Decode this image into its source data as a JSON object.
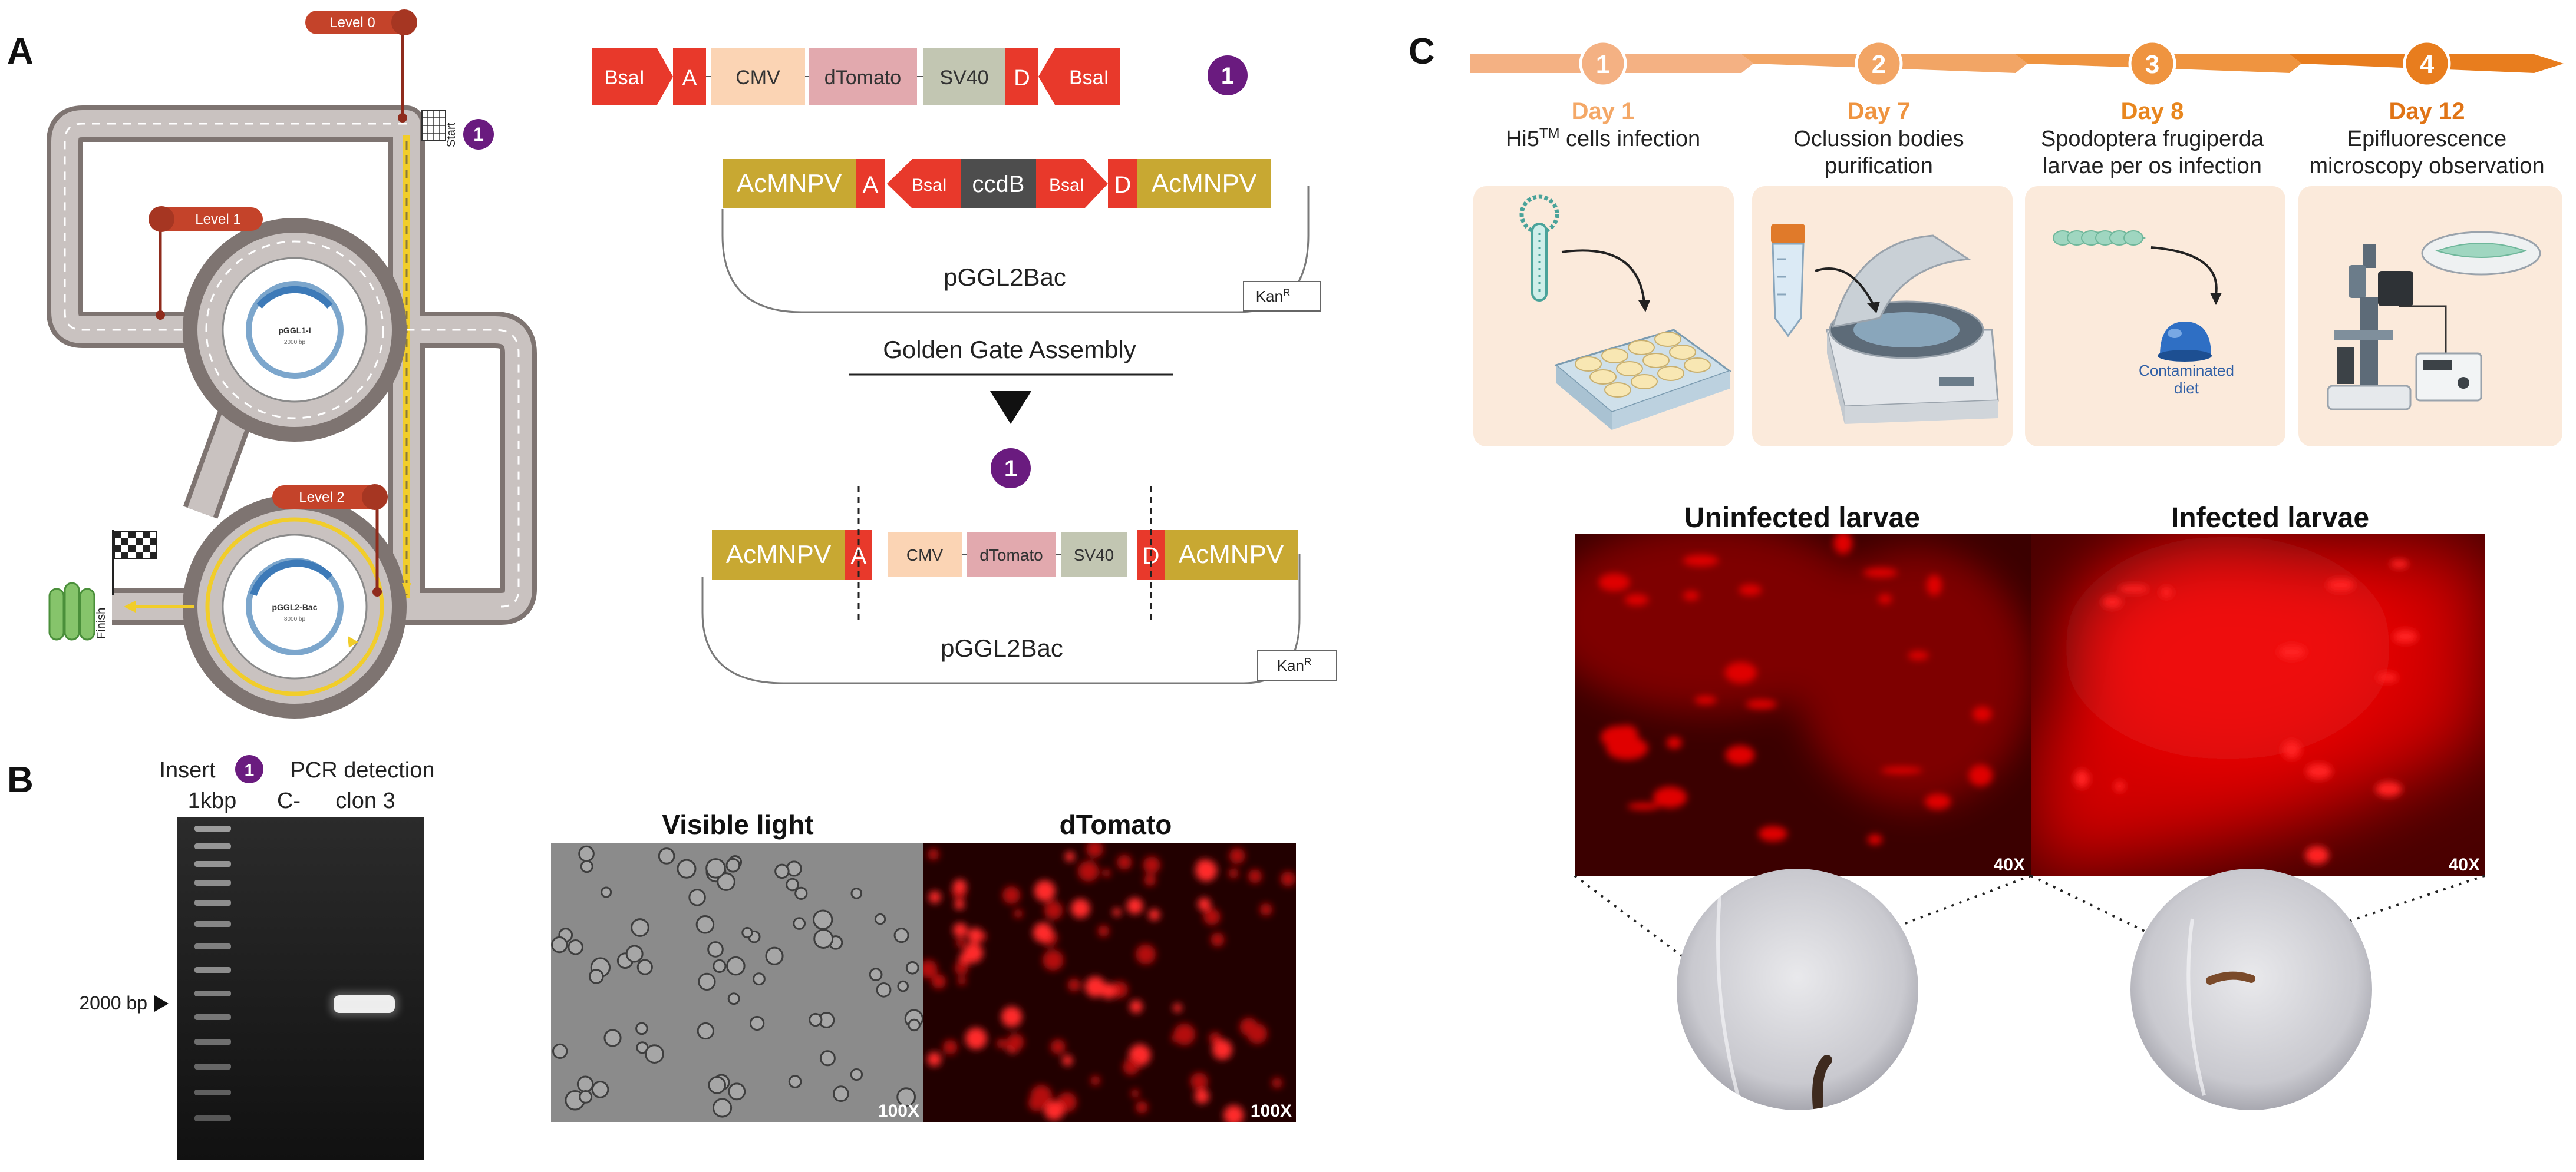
{
  "panels": {
    "a": "A",
    "b": "B",
    "c": "C"
  },
  "colors": {
    "red": "#e8392b",
    "purple": "#6a1b7f",
    "olive": "#c8a832",
    "orange_light": "#f4b183",
    "orange_dark": "#e87d1e",
    "level_pill": "#c4432a"
  },
  "panel_a": {
    "track": {
      "level0": "Level 0",
      "level1": "Level 1",
      "level2": "Level 2",
      "start": "Start",
      "finish": "Finish",
      "badge": "1",
      "plasmid_top": "pGGL1-I",
      "plasmid_top_size": "2000 bp",
      "plasmid_bottom": "pGGL2-Bac",
      "plasmid_bottom_size": "8000 bp"
    },
    "insert": {
      "bsai_left": "BsaI",
      "a": "A",
      "cmv": "CMV",
      "dtomato": "dTomato",
      "sv40": "SV40",
      "d": "D",
      "bsai_right": "BsaI",
      "badge": "1"
    },
    "vector": {
      "acmnpv_left": "AcMNPV",
      "a": "A",
      "bsai_left": "BsaI",
      "ccdb": "ccdB",
      "bsai_right": "BsaI",
      "d": "D",
      "acmnpv_right": "AcMNPV",
      "name": "pGGL2Bac",
      "kan": "Kan",
      "kan_sup": "R"
    },
    "assembly": {
      "label": "Golden Gate Assembly",
      "badge": "1"
    },
    "product": {
      "acmnpv_left": "AcMNPV",
      "a": "A",
      "cmv": "CMV",
      "dtomato": "dTomato",
      "sv40": "SV40",
      "d": "D",
      "acmnpv_right": "AcMNPV",
      "name": "pGGL2Bac",
      "kan": "Kan",
      "kan_sup": "R"
    }
  },
  "panel_b": {
    "gel": {
      "insert": "Insert",
      "badge": "1",
      "pcr": "PCR detection",
      "ladder": "1kbp",
      "neg": "C-",
      "clone": "clon 3",
      "marker": "2000 bp"
    },
    "micro": {
      "visible_title": "Visible light",
      "dtomato_title": "dTomato",
      "mag_left": "100X",
      "mag_right": "100X"
    }
  },
  "panel_c": {
    "steps": [
      {
        "num": "1",
        "day": "Day 1",
        "line1_main": "Hi5",
        "line1_sup": "TM",
        "line1_rest": " cells infection",
        "line2": ""
      },
      {
        "num": "2",
        "day": "Day 7",
        "line1_main": "Oclussion bodies",
        "line1_sup": "",
        "line1_rest": "",
        "line2": "purification"
      },
      {
        "num": "3",
        "day": "Day 8",
        "line1_main": "Spodoptera frugiperda",
        "line1_sup": "",
        "line1_rest": "",
        "line2": "larvae per os infection"
      },
      {
        "num": "4",
        "day": "Day 12",
        "line1_main": "Epifluorescence",
        "line1_sup": "",
        "line1_rest": "",
        "line2": "microscopy observation"
      }
    ],
    "diet_label_1": "Contaminated",
    "diet_label_2": "diet",
    "uninfected_title": "Uninfected larvae",
    "infected_title": "Infected larvae",
    "mag_left": "40X",
    "mag_right": "40X"
  }
}
